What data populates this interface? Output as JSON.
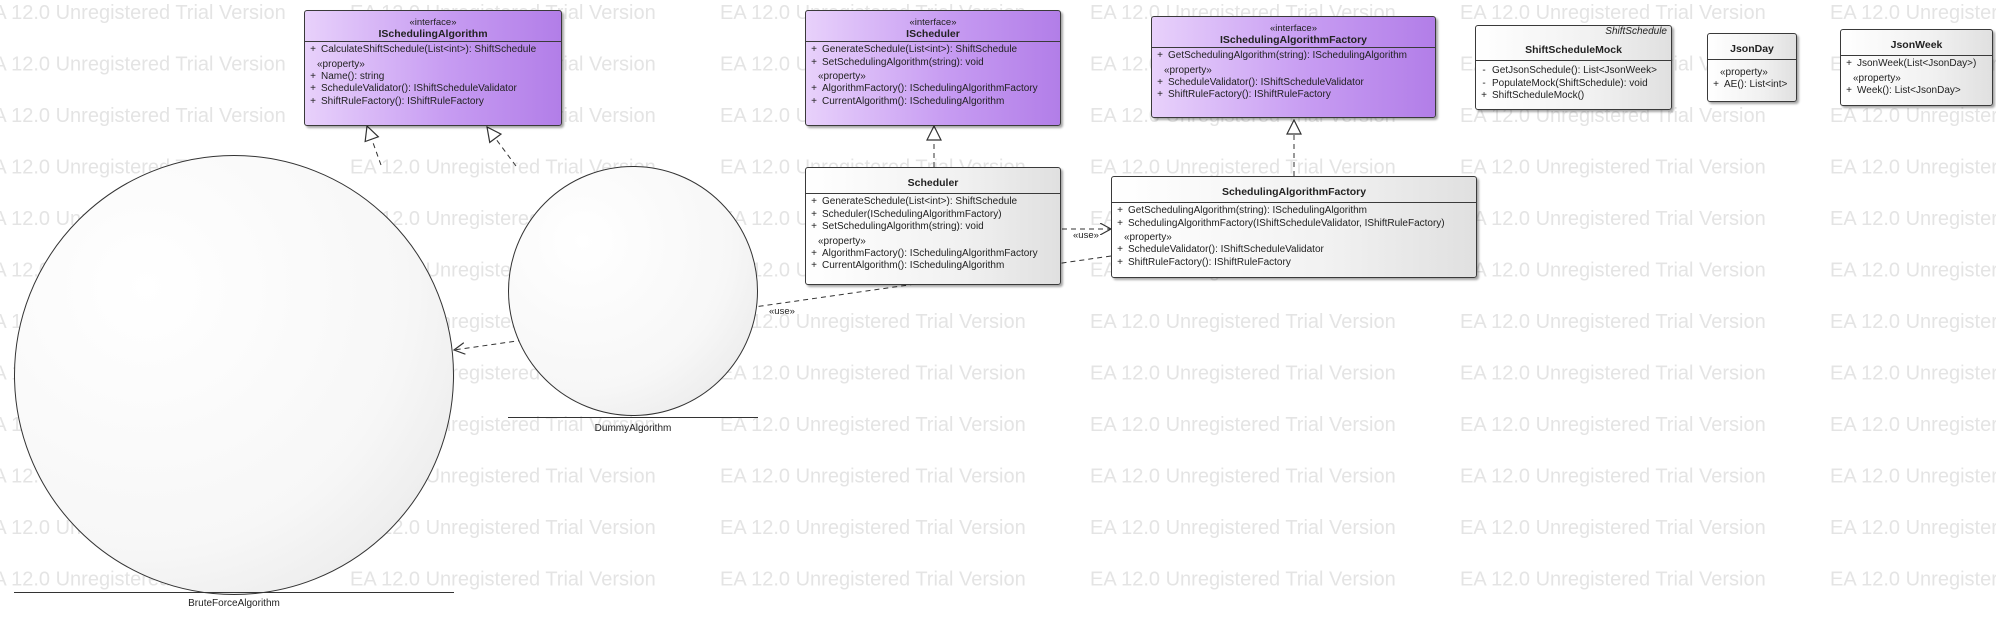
{
  "watermark": "EA 12.0 Unregistered Trial Version",
  "colors": {
    "interface_fill": "#c79cf2",
    "class_fill": "#f1f1f1",
    "watermark_text": "#e4e4e4"
  },
  "interfaces": {
    "ischeduling_algorithm": {
      "stereotype": "«interface»",
      "name": "ISchedulingAlgorithm",
      "operations": [
        {
          "vis": "+",
          "text": "CalculateShiftSchedule(List<int>): ShiftSchedule"
        }
      ],
      "property_label": "«property»",
      "properties": [
        {
          "vis": "+",
          "text": "Name(): string"
        },
        {
          "vis": "+",
          "text": "ScheduleValidator(): IShiftScheduleValidator"
        },
        {
          "vis": "+",
          "text": "ShiftRuleFactory(): IShiftRuleFactory"
        }
      ]
    },
    "ischeduler": {
      "stereotype": "«interface»",
      "name": "IScheduler",
      "operations": [
        {
          "vis": "+",
          "text": "GenerateSchedule(List<int>): ShiftSchedule"
        },
        {
          "vis": "+",
          "text": "SetSchedulingAlgorithm(string): void"
        }
      ],
      "property_label": "«property»",
      "properties": [
        {
          "vis": "+",
          "text": "AlgorithmFactory(): ISchedulingAlgorithmFactory"
        },
        {
          "vis": "+",
          "text": "CurrentAlgorithm(): ISchedulingAlgorithm"
        }
      ]
    },
    "ischeduling_algorithm_factory": {
      "stereotype": "«interface»",
      "name": "ISchedulingAlgorithmFactory",
      "operations": [
        {
          "vis": "+",
          "text": "GetSchedulingAlgorithm(string): ISchedulingAlgorithm"
        }
      ],
      "property_label": "«property»",
      "properties": [
        {
          "vis": "+",
          "text": "ScheduleValidator(): IShiftScheduleValidator"
        },
        {
          "vis": "+",
          "text": "ShiftRuleFactory(): IShiftRuleFactory"
        }
      ]
    }
  },
  "classes": {
    "scheduler": {
      "name": "Scheduler",
      "operations": [
        {
          "vis": "+",
          "text": "GenerateSchedule(List<int>): ShiftSchedule"
        },
        {
          "vis": "+",
          "text": "Scheduler(ISchedulingAlgorithmFactory)"
        },
        {
          "vis": "+",
          "text": "SetSchedulingAlgorithm(string): void"
        }
      ],
      "property_label": "«property»",
      "properties": [
        {
          "vis": "+",
          "text": "AlgorithmFactory(): ISchedulingAlgorithmFactory"
        },
        {
          "vis": "+",
          "text": "CurrentAlgorithm(): ISchedulingAlgorithm"
        }
      ]
    },
    "scheduling_algorithm_factory": {
      "name": "SchedulingAlgorithmFactory",
      "operations": [
        {
          "vis": "+",
          "text": "GetSchedulingAlgorithm(string): ISchedulingAlgorithm"
        },
        {
          "vis": "+",
          "text": "SchedulingAlgorithmFactory(IShiftScheduleValidator, IShiftRuleFactory)"
        }
      ],
      "property_label": "«property»",
      "properties": [
        {
          "vis": "+",
          "text": "ScheduleValidator(): IShiftScheduleValidator"
        },
        {
          "vis": "+",
          "text": "ShiftRuleFactory(): IShiftRuleFactory"
        }
      ]
    },
    "shift_schedule_mock": {
      "parent": "ShiftSchedule",
      "name": "ShiftScheduleMock",
      "operations": [
        {
          "vis": "-",
          "text": "GetJsonSchedule(): List<JsonWeek>"
        },
        {
          "vis": "-",
          "text": "PopulateMock(ShiftSchedule): void"
        },
        {
          "vis": "+",
          "text": "ShiftScheduleMock()"
        }
      ]
    },
    "json_day": {
      "name": "JsonDay",
      "property_label": "«property»",
      "properties": [
        {
          "vis": "+",
          "text": "AE(): List<int>"
        }
      ]
    },
    "json_week": {
      "name": "JsonWeek",
      "operations": [
        {
          "vis": "+",
          "text": "JsonWeek(List<JsonDay>)"
        }
      ],
      "property_label": "«property»",
      "properties": [
        {
          "vis": "+",
          "text": "Week(): List<JsonDay>"
        }
      ]
    }
  },
  "components": {
    "brute_force": {
      "name": "BruteForceAlgorithm"
    },
    "dummy": {
      "name": "DummyAlgorithm"
    }
  },
  "connectors": {
    "use_label": "«use»"
  }
}
